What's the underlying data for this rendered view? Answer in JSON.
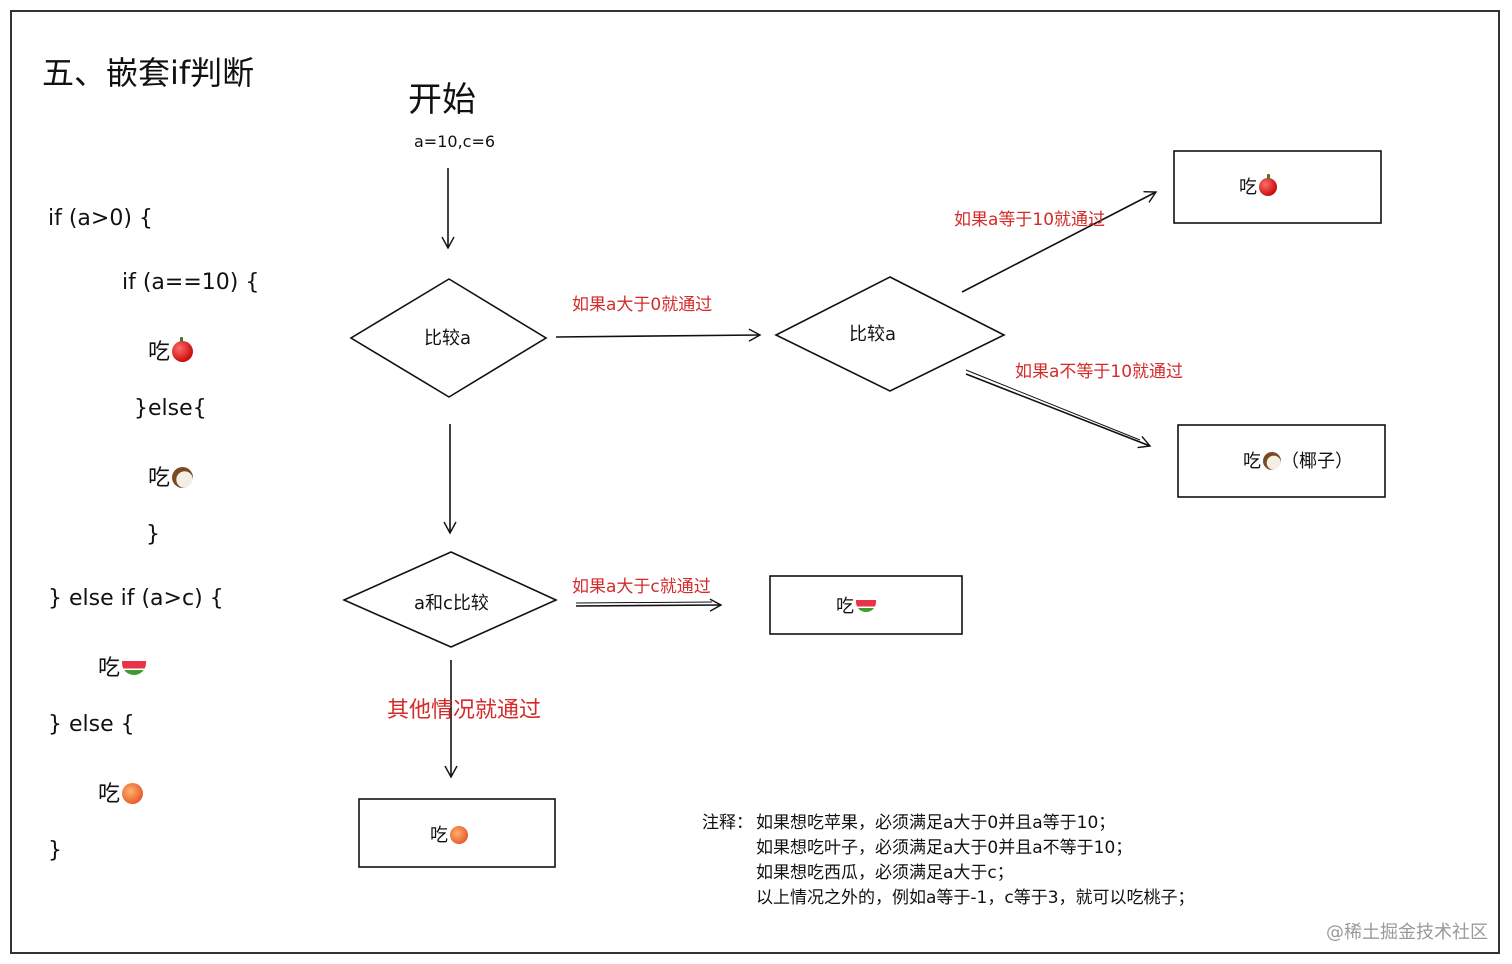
{
  "title": "五、嵌套if判断",
  "code": {
    "l1": "if (a>0) {",
    "l2": "if (a==10) {",
    "l3": "吃",
    "l4": "}else{",
    "l5": "吃",
    "l6": "}",
    "l7": "} else if (a>c) {",
    "l8": "吃",
    "l9": "} else {",
    "l10": "吃",
    "l11": "}"
  },
  "flow": {
    "start": "开始",
    "init": "a=10,c=6",
    "diamond1": "比较a",
    "diamond2": "比较a",
    "diamond3": "a和c比较",
    "edge_gt0": "如果a大于0就通过",
    "edge_eq10": "如果a等于10就通过",
    "edge_ne10": "如果a不等于10就通过",
    "edge_gtc": "如果a大于c就通过",
    "edge_other": "其他情况就通过",
    "box_apple": "吃",
    "box_coconut": "吃",
    "box_coconut_suffix": "（椰子）",
    "box_melon": "吃",
    "box_peach": "吃"
  },
  "note": {
    "label": "注释：",
    "lines": [
      "如果想吃苹果，必须满足a大于0并且a等于10；",
      "如果想吃叶子，必须满足a大于0并且a不等于10；",
      "如果想吃西瓜，必须满足a大于c；",
      "以上情况之外的，例如a等于-1，c等于3，就可以吃桃子；"
    ]
  },
  "watermark": "@稀土掘金技术社区",
  "icons": {
    "apple": "apple-emoji-icon",
    "coconut": "coconut-emoji-icon",
    "watermelon": "watermelon-emoji-icon",
    "peach": "peach-emoji-icon"
  },
  "colors": {
    "edge_label": "#d42a2a",
    "ink": "#111111",
    "watermark": "#9a9a9a"
  }
}
